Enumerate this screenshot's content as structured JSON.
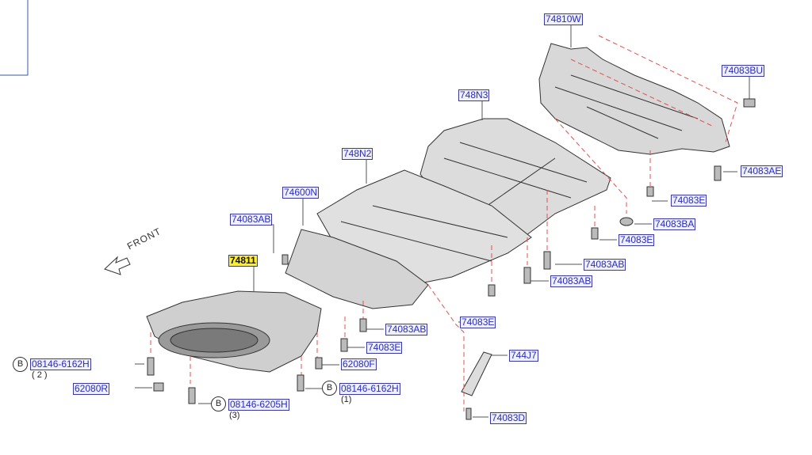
{
  "front_label": "FRONT",
  "bolt_marker": "B",
  "parts": {
    "p74810W": "74810W",
    "p74083BU": "74083BU",
    "p748N3": "748N3",
    "p74083AE": "74083AE",
    "p748N2": "748N2",
    "p74083E_a": "74083E",
    "p74600N": "74600N",
    "p74083BA": "74083BA",
    "p74083AB_left": "74083AB",
    "p74083E_b": "74083E",
    "p74083AB_b": "74083AB",
    "p74811": "74811",
    "p74083AB_c": "74083AB",
    "p74083AB_d": "74083AB",
    "p74083E_c": "74083E",
    "p74083E_d": "74083E",
    "p744J7": "744J7",
    "p08146_6162H_a": "08146-6162H",
    "p62080F": "62080F",
    "p62080R": "62080R",
    "p08146_6162H_b": "08146-6162H",
    "p08146_6205H": "08146-6205H",
    "p74083D": "74083D"
  },
  "quantities": {
    "q2": "(  2  )",
    "q1": "(1)",
    "q3": "(3)"
  },
  "colors": {
    "label_text": "#2b2bb8",
    "highlight": "#ffef2a",
    "dashed_line": "#e05050"
  }
}
